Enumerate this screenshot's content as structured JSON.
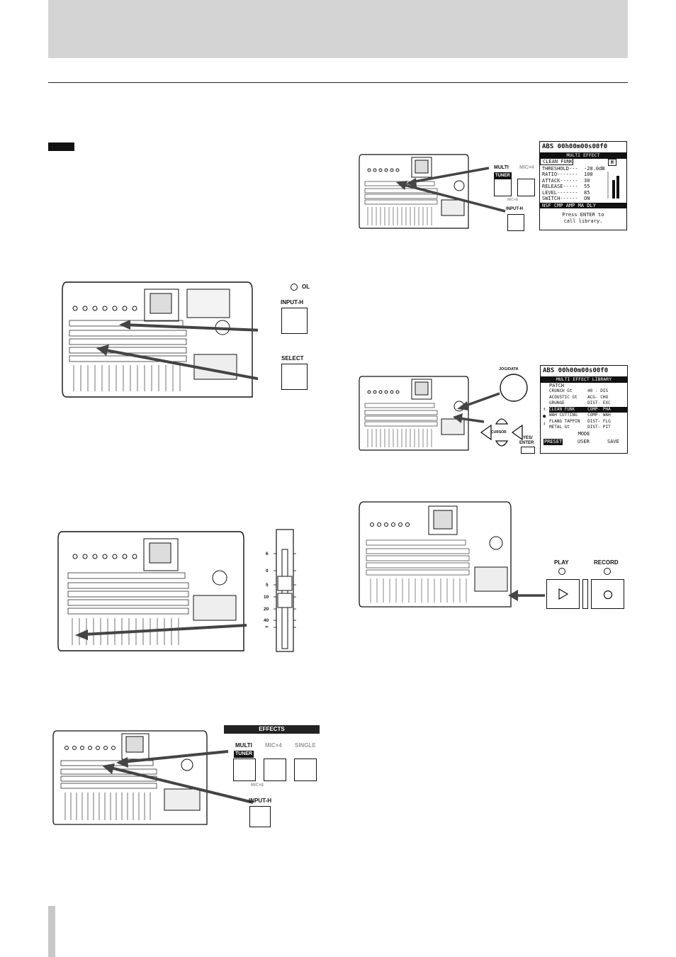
{
  "figures": {
    "fig1": {
      "ol_label": "OL",
      "btn1": "INPUT-H",
      "btn2": "SELECT"
    },
    "fig2": {
      "scale": [
        "6",
        "0",
        "5",
        "10",
        "20",
        "40",
        "∞"
      ]
    },
    "fig3": {
      "band": "EFFECTS",
      "multi": "MULTI",
      "tuner": "TUNER",
      "mic4": "MIC×4",
      "single": "SINGLE",
      "mic8": "MIC×8",
      "input": "INPUT-H"
    },
    "fig4": {
      "multi": "MULTI",
      "tuner": "TUNER",
      "mic4": "MIC×4",
      "mic8": "MIC×8",
      "input": "INPUT-H",
      "lcd": {
        "time": "ABS 00h00m00s00f0",
        "title": "MULTI EFFECT",
        "preset": "CLEAN FUNK",
        "badge": "H",
        "rows": [
          "THRESHOLD---  -20.0dB",
          "RATIO-------  100",
          "ATTACK------  30",
          "RELEASE-----  55",
          "LEVEL-------  85",
          "SWITCH------  ON"
        ],
        "tabs": "NSF CMP AMP MA DLY",
        "msg1": "Press ENTER to",
        "msg2": "call library."
      }
    },
    "fig5": {
      "jog": "JOG/DATA",
      "cursor": "CURSOR",
      "yes": "YES/",
      "enter": "ENTER",
      "lcd": {
        "time": "ABS 00h00m00s00f0",
        "title": "MULTI EFFECT LIBRARY",
        "patch": "PATCH",
        "rows": [
          "CRUNCH Gt      40 - DIS",
          "ACOUSTIC Gt    ACG- CHO",
          "GRUNGE         DIST- EXC",
          "CLEAN FUNK     COMP- PHA",
          "WAH CUTTING    COMP- WAH",
          "FLANG TAPPIN   DIST- FLG",
          "METAL Gt       DIST- PIT"
        ],
        "mode": "MODE",
        "preset": "PRESET",
        "user": "USER",
        "save": "SAVE"
      }
    },
    "fig6": {
      "play": "PLAY",
      "record": "RECORD"
    }
  }
}
